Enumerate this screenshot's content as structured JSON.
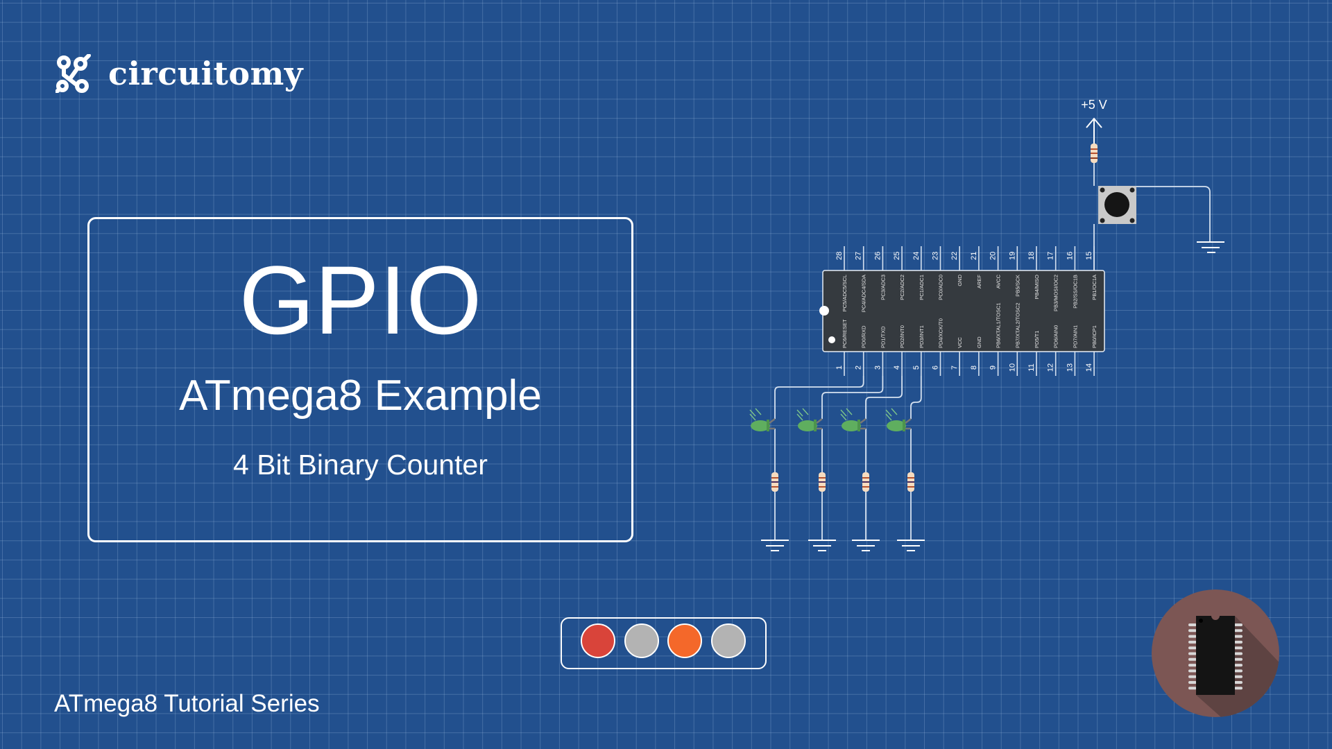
{
  "brand": {
    "name": "circuitomy",
    "icon": "circuit-nodes-logo"
  },
  "title_card": {
    "title": "GPIO",
    "subtitle": "ATmega8 Example",
    "caption": "4 Bit Binary Counter"
  },
  "series_label": "ATmega8 Tutorial Series",
  "led_indicator": {
    "leds": [
      {
        "state": "on",
        "color": "#d9443a"
      },
      {
        "state": "off",
        "color": "#b3b3b3"
      },
      {
        "state": "on",
        "color": "#f4682a"
      },
      {
        "state": "off",
        "color": "#b3b3b3"
      }
    ]
  },
  "circuit": {
    "supply_label": "+5 V",
    "chip": {
      "top_pins": [
        {
          "num": "28",
          "label": "PC5/ADC5/SCL"
        },
        {
          "num": "27",
          "label": "PC4/ADC4/SDA"
        },
        {
          "num": "26",
          "label": "PC3/ADC3"
        },
        {
          "num": "25",
          "label": "PC2/ADC2"
        },
        {
          "num": "24",
          "label": "PC1/ADC1"
        },
        {
          "num": "23",
          "label": "PC0/ADC0"
        },
        {
          "num": "22",
          "label": "GND"
        },
        {
          "num": "21",
          "label": "AREF"
        },
        {
          "num": "20",
          "label": "AVCC"
        },
        {
          "num": "19",
          "label": "PB5/SCK"
        },
        {
          "num": "18",
          "label": "PB4/MISO"
        },
        {
          "num": "17",
          "label": "PB3/MOSI/OC2"
        },
        {
          "num": "16",
          "label": "PB2/SS/OC1B"
        },
        {
          "num": "15",
          "label": "PB1/OC1A"
        }
      ],
      "bottom_pins": [
        {
          "num": "1",
          "label": "PC6/RESET"
        },
        {
          "num": "2",
          "label": "PD0/RXD"
        },
        {
          "num": "3",
          "label": "PD1/TXD"
        },
        {
          "num": "4",
          "label": "PD2/INT0"
        },
        {
          "num": "5",
          "label": "PD3/INT1"
        },
        {
          "num": "6",
          "label": "PD4/XCK/T0"
        },
        {
          "num": "7",
          "label": "VCC"
        },
        {
          "num": "8",
          "label": "GND"
        },
        {
          "num": "9",
          "label": "PB6/XTAL1/TOSC1"
        },
        {
          "num": "10",
          "label": "PB7/XTAL2/TOSC2"
        },
        {
          "num": "11",
          "label": "PD5/T1"
        },
        {
          "num": "12",
          "label": "PD6/AIN0"
        },
        {
          "num": "13",
          "label": "PD7/AIN1"
        },
        {
          "num": "14",
          "label": "PB0/ICP1"
        }
      ]
    }
  },
  "colors": {
    "background": "#22508e",
    "chip": "#353a3f",
    "avatar": "#7c5654",
    "led_green": "#5fae5f"
  }
}
